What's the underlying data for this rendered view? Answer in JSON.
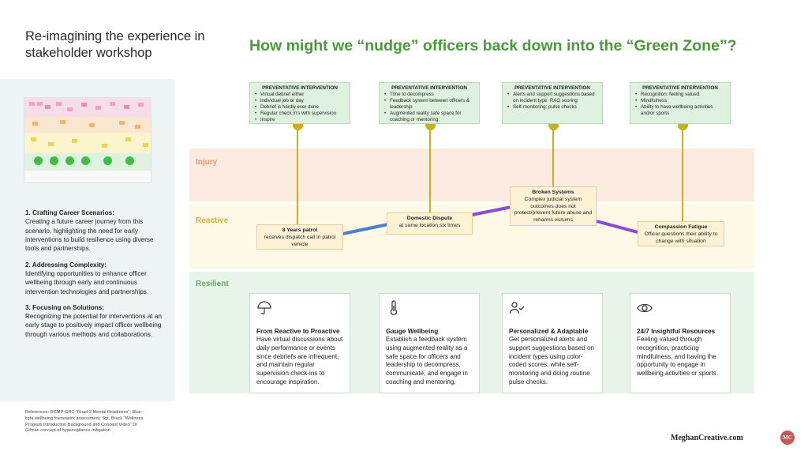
{
  "page_title": "Re-imagining the experience in stakeholder workshop",
  "headline": "How might we “nudge” officers back down into the “Green Zone”?",
  "zones": {
    "injury": "Injury",
    "reactive": "Reactive",
    "resilient": "Resilient"
  },
  "colors": {
    "headline": "#4a9a3c",
    "injury_zone": "#fcebe0",
    "reactive_zone": "#fdf9e6",
    "resilient_zone": "#e9f5ea",
    "pin": "#c9b01a",
    "connector_blue": "#4a7fd0",
    "connector_purple": "#8a4bd6"
  },
  "interventions": [
    {
      "title": "PREVENTATIVE INTERVENTION",
      "items": [
        "Virtual debrief either",
        "individual job or day",
        "Debrief is hardly ever done",
        "Regular check in's with supervision",
        "Inspire"
      ]
    },
    {
      "title": "PREVENTATIVE INTERVENTION",
      "items": [
        "Time to decompress",
        "Feedback system between officers & leadership",
        "Augmented reality safe space for coaching or mentoring"
      ]
    },
    {
      "title": "PREVENTATIVE INTERVENTION",
      "items": [
        "Alerts and support suggestions based on incident type. RAG scoring",
        "Self-monitoring; pulse checks"
      ]
    },
    {
      "title": "PREVENTATIVE INTERVENTION",
      "items": [
        "Recognition: feeling valued",
        "Mindfulness",
        "Ability to have wellbeing activities and/or sports"
      ]
    }
  ],
  "events": [
    {
      "title": "8 Years patrol",
      "text": "receives dispatch call in patrol vehicle"
    },
    {
      "title": "Domestic Dispute",
      "text": "at same location six times"
    },
    {
      "title": "Broken Systems",
      "text": "Complex judicial system outcomes does not protect/prevent future abuse and reharms victums"
    },
    {
      "title": "Compassion Fatigue",
      "text": "Officer questions their ability to change with situation"
    }
  ],
  "cards": [
    {
      "icon": "umbrella-icon",
      "title": "From Reactive to Proactive",
      "text": "Have virtual discussions about daily performance or events since debriefs are infrequent, and maintain regular supervision check-ins to encourage inspiration."
    },
    {
      "icon": "thermometer-icon",
      "title": "Gauge Wellbeing",
      "text": "Establish a feedback system using augmented reality as a safe space for officers and leadership to decompress, communicate, and engage in coaching and mentoring."
    },
    {
      "icon": "user-check-icon",
      "title": "Personalized & Adaptable",
      "text": "Get personalized alerts and support suggestions based on incident types using color-coded scores, while self-monitoring and doing routine pulse checks."
    },
    {
      "icon": "eye-icon",
      "title": "24/7 Insightful Resources",
      "text": "Feeling valued through recognition, practicing mindfulness, and having the opportunity to engage in wellbeing activities or sports."
    }
  ],
  "side_points": [
    {
      "title": "1. Crafting Career Scenarios:",
      "text": "Creating a future career journey from this scenario, highlighting the need for early interventions to build resilience using diverse tools and partnerships."
    },
    {
      "title": "2. Addressing Complexity:",
      "text": "Identifying opportunities to enhance officer wellbeing through early and continuous intervention technologies and partnerships."
    },
    {
      "title": "3. Focusing on Solutions:",
      "text": "Recognizing the potential for interventions at an early stage to positively impact officer wellbeing through various methods and collaborations."
    }
  ],
  "references": "References: RCMP-GRC \"Road 2 Mental Readiness\"; Blue-light wellbeing framework assessment; Sgt. Brack \"Wellness Program Introduction Background and Concept Video\" Dr Gilman concept of hypervigilance mitigation",
  "brand": "MeghanCreative.com",
  "brand_logo": "MC"
}
